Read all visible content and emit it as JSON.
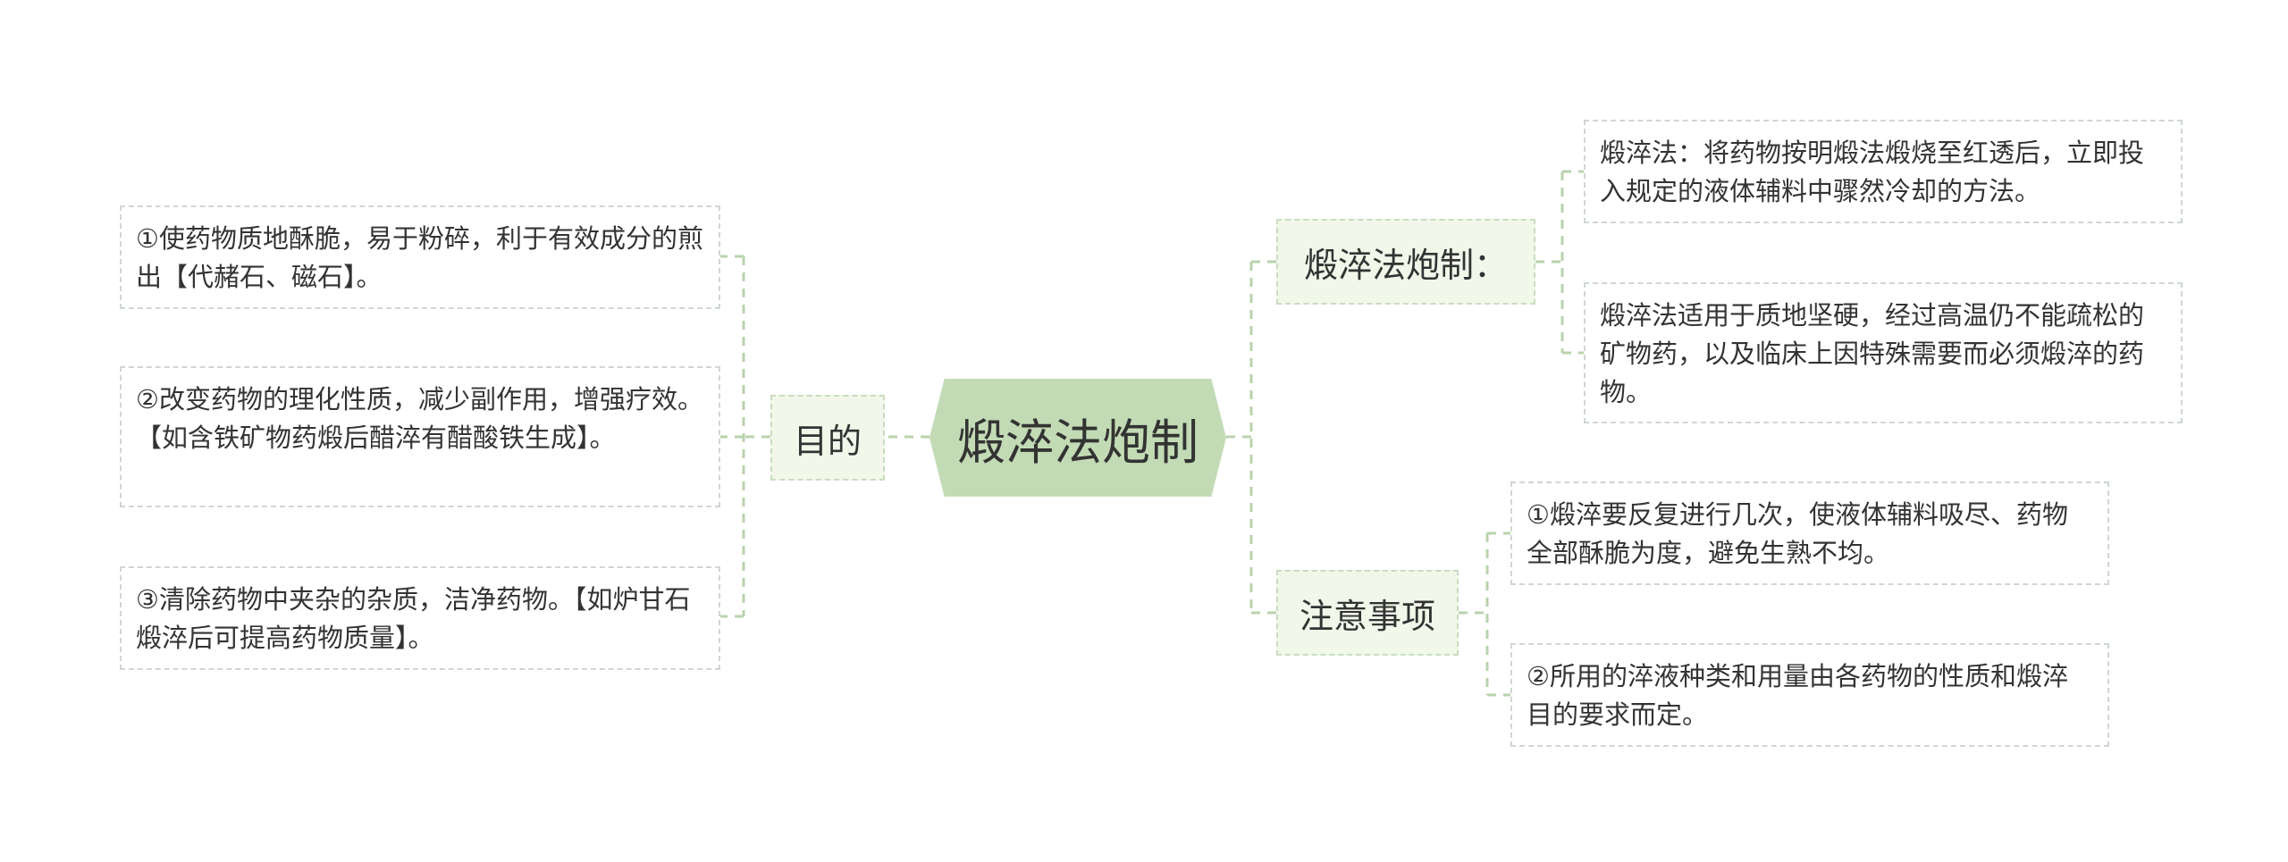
{
  "root": {
    "label": "煅淬法炮制"
  },
  "left": {
    "branch": {
      "label": "目的"
    },
    "leaves": [
      {
        "text": "①使药物质地酥脆，易于粉碎，利于有效成分的煎出【代赭石、磁石】。"
      },
      {
        "text": "②改变药物的理化性质，减少副作用，增强疗效。【如含铁矿物药煅后醋淬有醋酸铁生成】。"
      },
      {
        "text": "③清除药物中夹杂的杂质，洁净药物。【如炉甘石煅淬后可提高药物质量】。"
      }
    ]
  },
  "right": [
    {
      "branch": {
        "label": "煅淬法炮制："
      },
      "leaves": [
        {
          "text": "煅淬法：将药物按明煅法煅烧至红透后，立即投入规定的液体辅料中骤然冷却的方法。"
        },
        {
          "text": "煅淬法适用于质地坚硬，经过高温仍不能疏松的矿物药，以及临床上因特殊需要而必须煅淬的药物。"
        }
      ]
    },
    {
      "branch": {
        "label": "注意事项"
      },
      "leaves": [
        {
          "text": "①煅淬要反复进行几次，使液体辅料吸尽、药物全部酥脆为度，避免生熟不均。"
        },
        {
          "text": "②所用的淬液种类和用量由各药物的性质和煅淬目的要求而定。"
        }
      ]
    }
  ],
  "colors": {
    "root_fill": "#c2dbb5",
    "branch_fill": "#f1f8ea",
    "connector": "#b9d3ad"
  }
}
